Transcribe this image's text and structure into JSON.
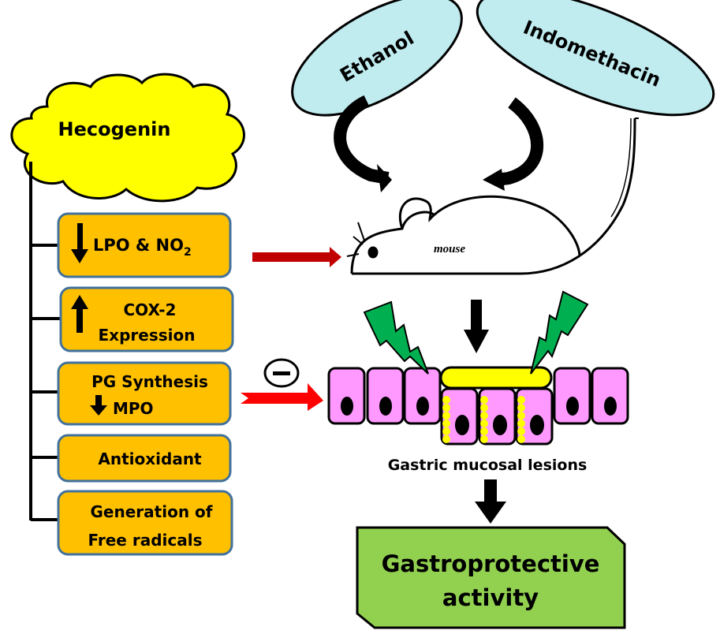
{
  "source": {
    "title": "Hecogenin",
    "color": "#ffff00"
  },
  "inducers": [
    {
      "label": "Ethanol"
    },
    {
      "label": "Indomethacin"
    }
  ],
  "inducer_color": "#c0ecf0",
  "mouse_label": "mouse",
  "effects": [
    {
      "line1": "LPO & NO",
      "subscript": "2",
      "arrow": "down"
    },
    {
      "line1": "COX-2",
      "line2": "Expression",
      "arrow": "up"
    },
    {
      "line1": "PG Synthesis",
      "line2": "MPO",
      "arrow": "down"
    },
    {
      "line1": "Antioxidant"
    },
    {
      "line1": "Generation of",
      "line2": "Free radicals"
    }
  ],
  "effect_box_color": "#ffc000",
  "effect_box_border": "#41719c",
  "inhibit_symbol": "−",
  "lesion_label": "Gastric mucosal lesions",
  "cell_color": "#ff99ff",
  "bolt_color": "#00b050",
  "result": {
    "line1": "Gastroprotective",
    "line2": "activity",
    "color": "#92d050"
  },
  "arrow_colors": {
    "dark_red": "#c00000",
    "red": "#ff0000"
  }
}
